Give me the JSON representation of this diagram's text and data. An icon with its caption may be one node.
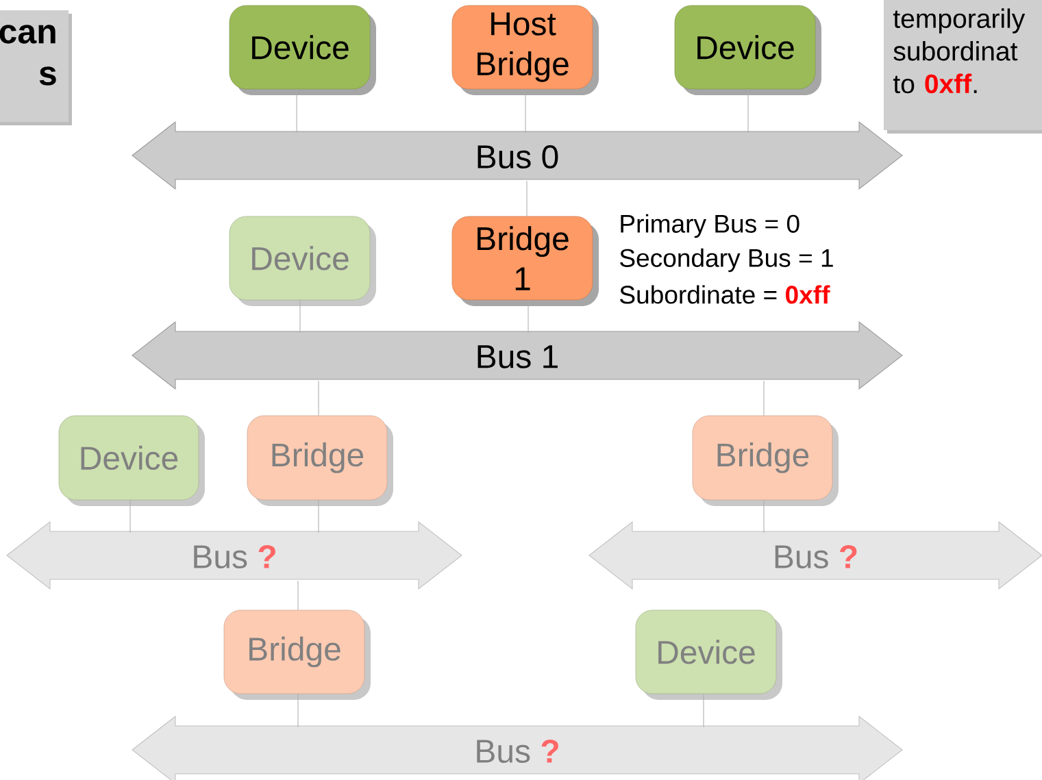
{
  "diagram": {
    "nodes": [
      {
        "text": [
          "**can** **s**"
        ]
      },
      {
        "text": [
          "Device"
        ]
      },
      {
        "text": [
          "Host Bridge"
        ]
      },
      {
        "text": [
          "Device"
        ]
      },
      {
        "text": [
          "temporarily subordinat to **0xff**."
        ]
      },
      {
        "text": [
          "Bus 0"
        ]
      },
      {
        "text": [
          "Device"
        ]
      },
      {
        "text": [
          "Bridge 1"
        ],
        "beside": [
          "Primary Bus = 0",
          "Secondary Bus = 1",
          "Subordinate = **0xff**"
        ]
      },
      {
        "text": [
          "Bus 1"
        ]
      },
      {
        "text": [
          "Device"
        ]
      },
      {
        "text": [
          "Bridge"
        ]
      },
      {
        "text": [
          "Bridge"
        ]
      },
      {
        "text": [
          "Bus **?**"
        ]
      },
      {
        "text": [
          "Bus **?**"
        ]
      },
      {
        "text": [
          "Bridge"
        ]
      },
      {
        "text": [
          "Device"
        ]
      },
      {
        "text": [
          "Bus **?**"
        ]
      }
    ],
    "edges": [
      {
        "from": 1,
        "to": 5,
        "arrow": "none"
      },
      {
        "from": 2,
        "to": 5,
        "arrow": "none"
      },
      {
        "from": 3,
        "to": 5,
        "arrow": "none"
      },
      {
        "from": 5,
        "to": 7,
        "arrow": "none"
      },
      {
        "from": 6,
        "to": 8,
        "arrow": "none"
      },
      {
        "from": 7,
        "to": 8,
        "arrow": "none"
      },
      {
        "from": 8,
        "to": 10,
        "arrow": "none"
      },
      {
        "from": 8,
        "to": 11,
        "arrow": "none"
      },
      {
        "from": 9,
        "to": 12,
        "arrow": "none"
      },
      {
        "from": 10,
        "to": 12,
        "arrow": "none"
      },
      {
        "from": 11,
        "to": 13,
        "arrow": "none"
      },
      {
        "from": 12,
        "to": 14,
        "arrow": "none"
      },
      {
        "from": 14,
        "to": 16,
        "arrow": "none"
      },
      {
        "from": 15,
        "to": 16,
        "arrow": "none"
      }
    ]
  }
}
